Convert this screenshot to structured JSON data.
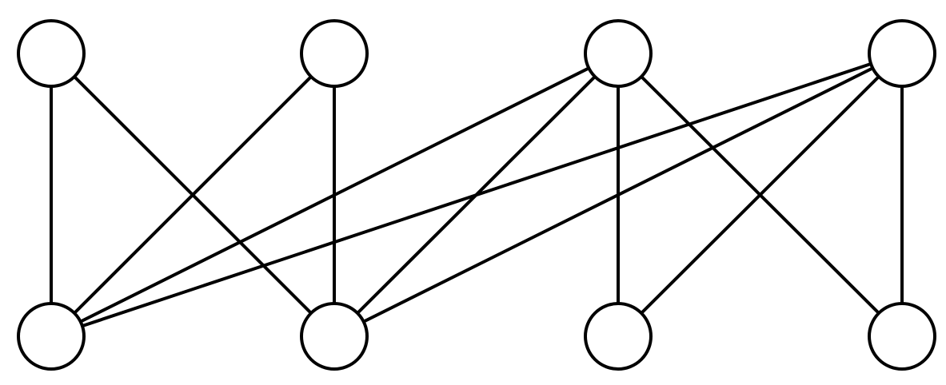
{
  "graph": {
    "type": "bipartite",
    "top_nodes": [
      "t1",
      "t2",
      "t3",
      "t4"
    ],
    "bottom_nodes": [
      "b1",
      "b2",
      "b3",
      "b4"
    ],
    "edges": [
      [
        "t1",
        "b1"
      ],
      [
        "t1",
        "b2"
      ],
      [
        "t2",
        "b1"
      ],
      [
        "t2",
        "b2"
      ],
      [
        "t3",
        "b1"
      ],
      [
        "t3",
        "b2"
      ],
      [
        "t3",
        "b3"
      ],
      [
        "t3",
        "b4"
      ],
      [
        "t4",
        "b1"
      ],
      [
        "t4",
        "b2"
      ],
      [
        "t4",
        "b3"
      ],
      [
        "t4",
        "b4"
      ]
    ],
    "colors": {
      "stroke": "#000000",
      "fill": "#ffffff"
    }
  }
}
